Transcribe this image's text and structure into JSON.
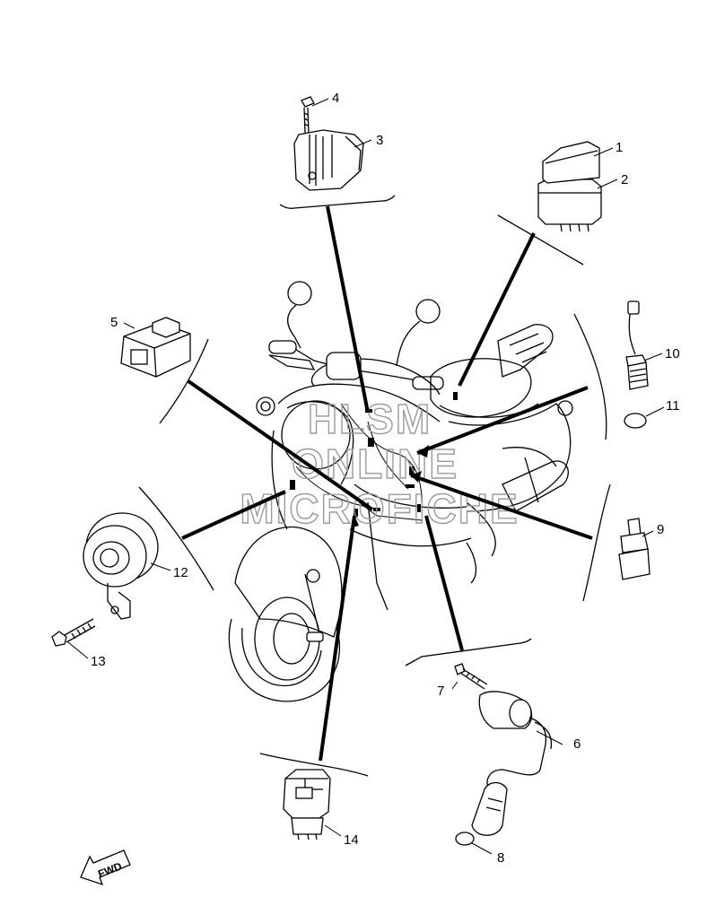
{
  "callouts": [
    {
      "label": "1"
    },
    {
      "label": "2"
    },
    {
      "label": "3"
    },
    {
      "label": "4"
    },
    {
      "label": "5"
    },
    {
      "label": "6"
    },
    {
      "label": "7"
    },
    {
      "label": "8"
    },
    {
      "label": "9"
    },
    {
      "label": "10"
    },
    {
      "label": "11"
    },
    {
      "label": "12"
    },
    {
      "label": "13"
    },
    {
      "label": "14"
    }
  ],
  "watermark": [
    "HLSM",
    "ONLINE",
    "MICROFICHE"
  ],
  "fwd_label": "FWD"
}
